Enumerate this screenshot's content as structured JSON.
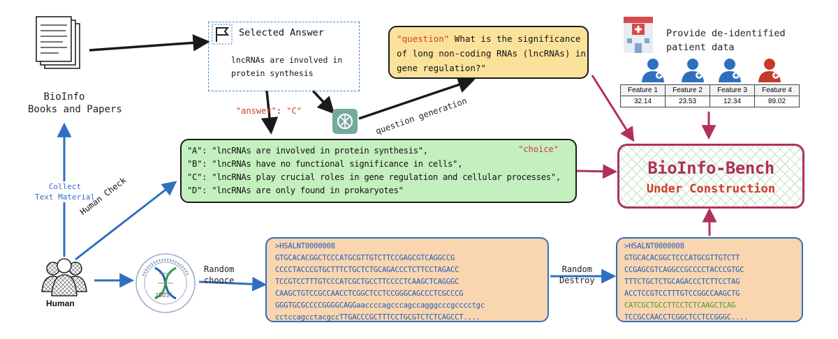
{
  "books": {
    "line1": "BioInfo",
    "line2": "Books and Papers"
  },
  "collect": {
    "line1": "Collect",
    "line2": "Text Material"
  },
  "human": {
    "label": "Human",
    "check": "Human Check"
  },
  "selected": {
    "title": "Selected Answer",
    "line1": "lncRNAs are involved in",
    "line2": "protein synthesis"
  },
  "answer_tag": {
    "key": "\"answer\"",
    "sep": ": ",
    "value": "\"C\""
  },
  "qgen": "question generation",
  "question": {
    "key": "\"question\"",
    "line1": " What is the significance",
    "line2": "of long non-coding RNAs (lncRNAs) in",
    "line3": "gene regulation?\""
  },
  "choices": {
    "tag": "\"choice\"",
    "items": [
      "\"A\": \"lncRNAs are involved in protein synthesis\",",
      "\"B\": \"lncRNAs have no functional significance in cells\",",
      "\"C\": \"lncRNAs play crucial roles in gene regulation and cellular processes\",",
      "\"D\": \"lncRNAs are only found in prokaryotes\""
    ]
  },
  "patient": {
    "line1": "Provide de-identified",
    "line2": "patient data"
  },
  "features": {
    "headers": [
      "Feature 1",
      "Feature 2",
      "Feature 3",
      "Feature 4"
    ],
    "values": [
      "32.14",
      "23.53",
      "12.34",
      "89.02"
    ]
  },
  "bench": {
    "title": "BioInfo-Bench",
    "subtitle": "Under Construction"
  },
  "random_choose": {
    "line1": "Random",
    "line2": "chooce"
  },
  "random_destroy": {
    "line1": "Random",
    "line2": "Destroy"
  },
  "logo_year": "2003",
  "seq_left": [
    ">HSALNT0000008",
    "GTGCACACGGCTCCCATGCGTTGTCTTCCGAGCGTCAGGCCG",
    "CCCCTACCCGTGCTTTCTGCTCTGCAGACCCTCTTCCTAGACC",
    "TCCGTCCTTTGTCCCATCGCTGCCTTCCCCTCAAGCTCAGGGC",
    "CAAGCTGTCCGCCAACCTCGGCTCCTCCGGGCAGCCCTCGCCCG",
    "GGGTGCGCCCCGGGGCAGGaaccccagcccagccagggcccgcccctgc",
    "cctccagcctacgccTTGACCCGCTTTCCTGCGTCTCTCAGCCT...."
  ],
  "seq_right": [
    ">HSALNT0000008",
    "GTGCACACGGCTCCCATGCGTTGTCTT",
    "CCGAGCGTCAGGCCGCCCCTACCCGTGC",
    "TTTCTGCTCTGCAGACCCTCTTCCTAG",
    "ACCTCCGTCCTTTGTCCGGCCAAGCTG",
    "CATCGCTGCCTTCCTCTCAAGCTCAG",
    "TCCGCCAACCTCGGCTCCTCCGGGC...."
  ],
  "colors": {
    "blue": "#2f6fc0",
    "maroon": "#b0305d",
    "green_fill": "#c4efbf",
    "yellow_fill": "#fbe29b",
    "orange_fill": "#f9d5b0",
    "red_text": "#d23a2a"
  }
}
